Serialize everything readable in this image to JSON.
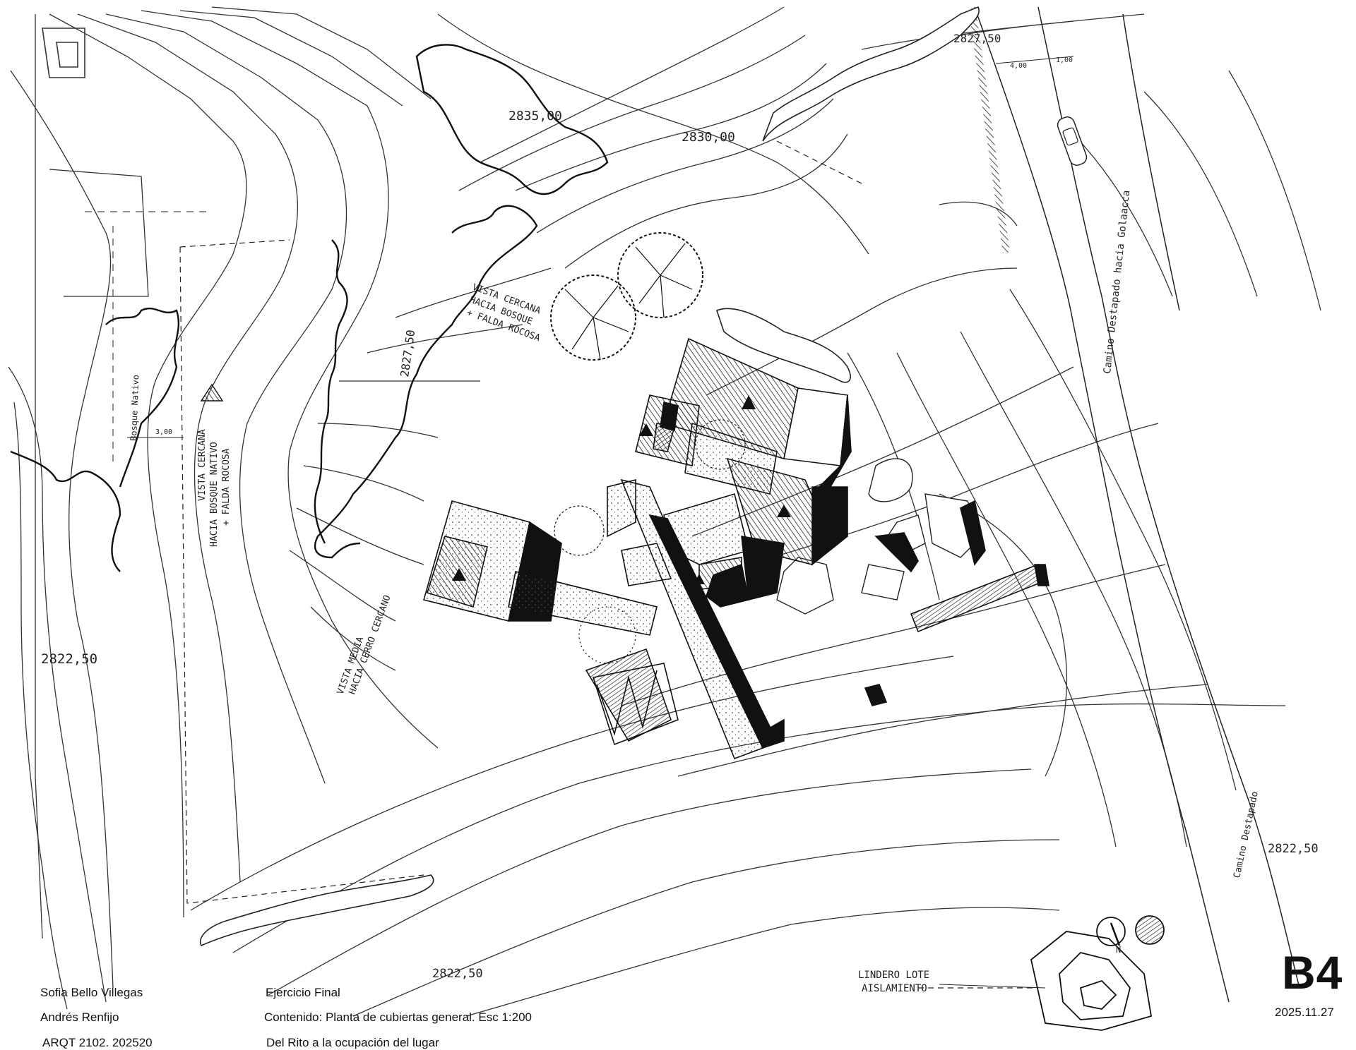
{
  "elevations": {
    "e2835": "2835,00",
    "e2830": "2830,00",
    "e2827_top": "2827,50",
    "e2827_mid": "2827,50",
    "e2822_left": "2822,50",
    "e2822_bottom": "2822,50",
    "e2822_right": "2822,50"
  },
  "annotations": {
    "bosque_nativo": "Bosque Nativo",
    "vista_cercana_left_1": "VISTA CERCANA",
    "vista_cercana_left_2": "HACIA BOSQUE NATIVO",
    "vista_cercana_left_3": "+ FALDA ROCOSA",
    "vista_cercana_top_1": "VISTA CERCANA",
    "vista_cercana_top_2": "HACIA BOSQUE",
    "vista_cercana_top_3": "+ FALDA ROCOSA",
    "vista_media_1": "VISTA MEDIA",
    "vista_media_2": "HACIA CERRO CERCANO",
    "camino_golaacca": "Camino Destapado hacia Golaacca",
    "camino_destapado": "Camino Destapado",
    "lindero_1": "LINDERO LOTE",
    "lindero_2": "AISLAMIENTO",
    "dim_400": "4,00",
    "dim_100": "1,00",
    "dim_300": "3,00"
  },
  "title_block": {
    "author_1": "Sofia Bello Villegas",
    "author_2": "Andrés Renfijo",
    "course": "ARQT 2102. 202520",
    "exercise": "Ejercicio Final",
    "content": "Contenido: Planta de cubiertas general. Esc 1:200",
    "subtitle": "Del Rito a la ocupación del lugar",
    "sheet": "B4",
    "date": "2025.11.27"
  },
  "north_label": "N"
}
